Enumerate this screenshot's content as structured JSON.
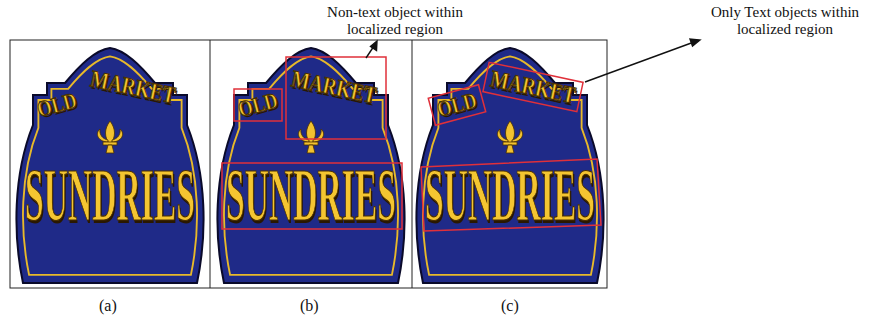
{
  "diagram": {
    "labels": [
      "Non-text object within localized region",
      "Only Text objects within localized region",
      "OLD",
      "MARKET",
      "SUNDRIES",
      "OLD",
      "MARKET",
      "SUNDRIES",
      "OLD",
      "MARKET",
      "SUNDRIES",
      "(a)",
      "(b)",
      "(c)"
    ]
  }
}
